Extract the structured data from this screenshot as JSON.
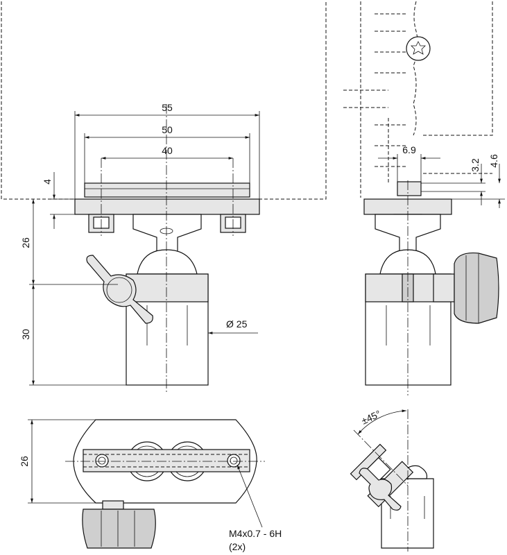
{
  "dimensions": {
    "width_55": "55",
    "width_50": "50",
    "width_40": "40",
    "height_4": "4",
    "height_26_front": "26",
    "height_30": "30",
    "diameter_25": "Ø 25",
    "width_6_9": "6.9",
    "height_3_2": "3.2",
    "height_4_6": "4.6",
    "height_26_top": "26",
    "angle_45": "±45°"
  },
  "callouts": {
    "thread_line1": "M4x0.7 - 6H",
    "thread_line2": "(2x)"
  }
}
